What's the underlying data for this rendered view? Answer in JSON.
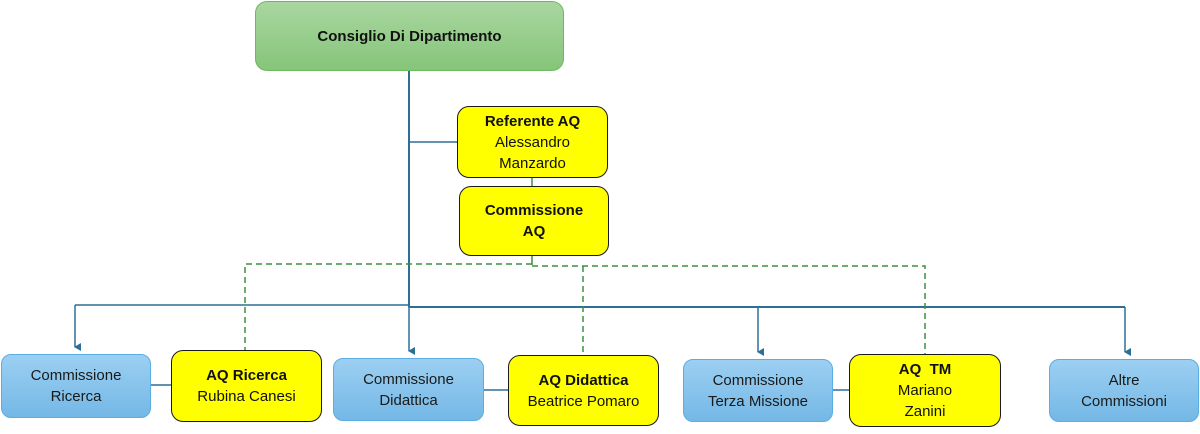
{
  "diagram": {
    "root": {
      "label": "Consiglio Di Dipartimento"
    },
    "referente": {
      "title": "Referente AQ",
      "name_line1": "Alessandro",
      "name_line2": "Manzardo"
    },
    "commissione_aq": {
      "line1": "Commissione",
      "line2": "AQ"
    },
    "commissions": [
      {
        "line1": "Commissione",
        "line2": "Ricerca"
      },
      {
        "line1": "Commissione",
        "line2": "Didattica"
      },
      {
        "line1": "Commissione",
        "line2": "Terza Missione"
      },
      {
        "line1": "Altre",
        "line2": "Commissioni"
      }
    ],
    "aq_units": [
      {
        "title": "AQ Ricerca",
        "name_line1": "Rubina Canesi",
        "name_line2": ""
      },
      {
        "title": "AQ Didattica",
        "name_line1": "Beatrice Pomaro",
        "name_line2": ""
      },
      {
        "title": "AQ  TM",
        "name_line1": "Mariano",
        "name_line2": "Zanini"
      }
    ],
    "colors": {
      "solid_connector": "#2e6f95",
      "dashed_connector": "#3f8f3f",
      "root_fill": "#99cf8f",
      "aq_fill": "#ffff00",
      "commission_fill": "#8ac5ee"
    }
  }
}
